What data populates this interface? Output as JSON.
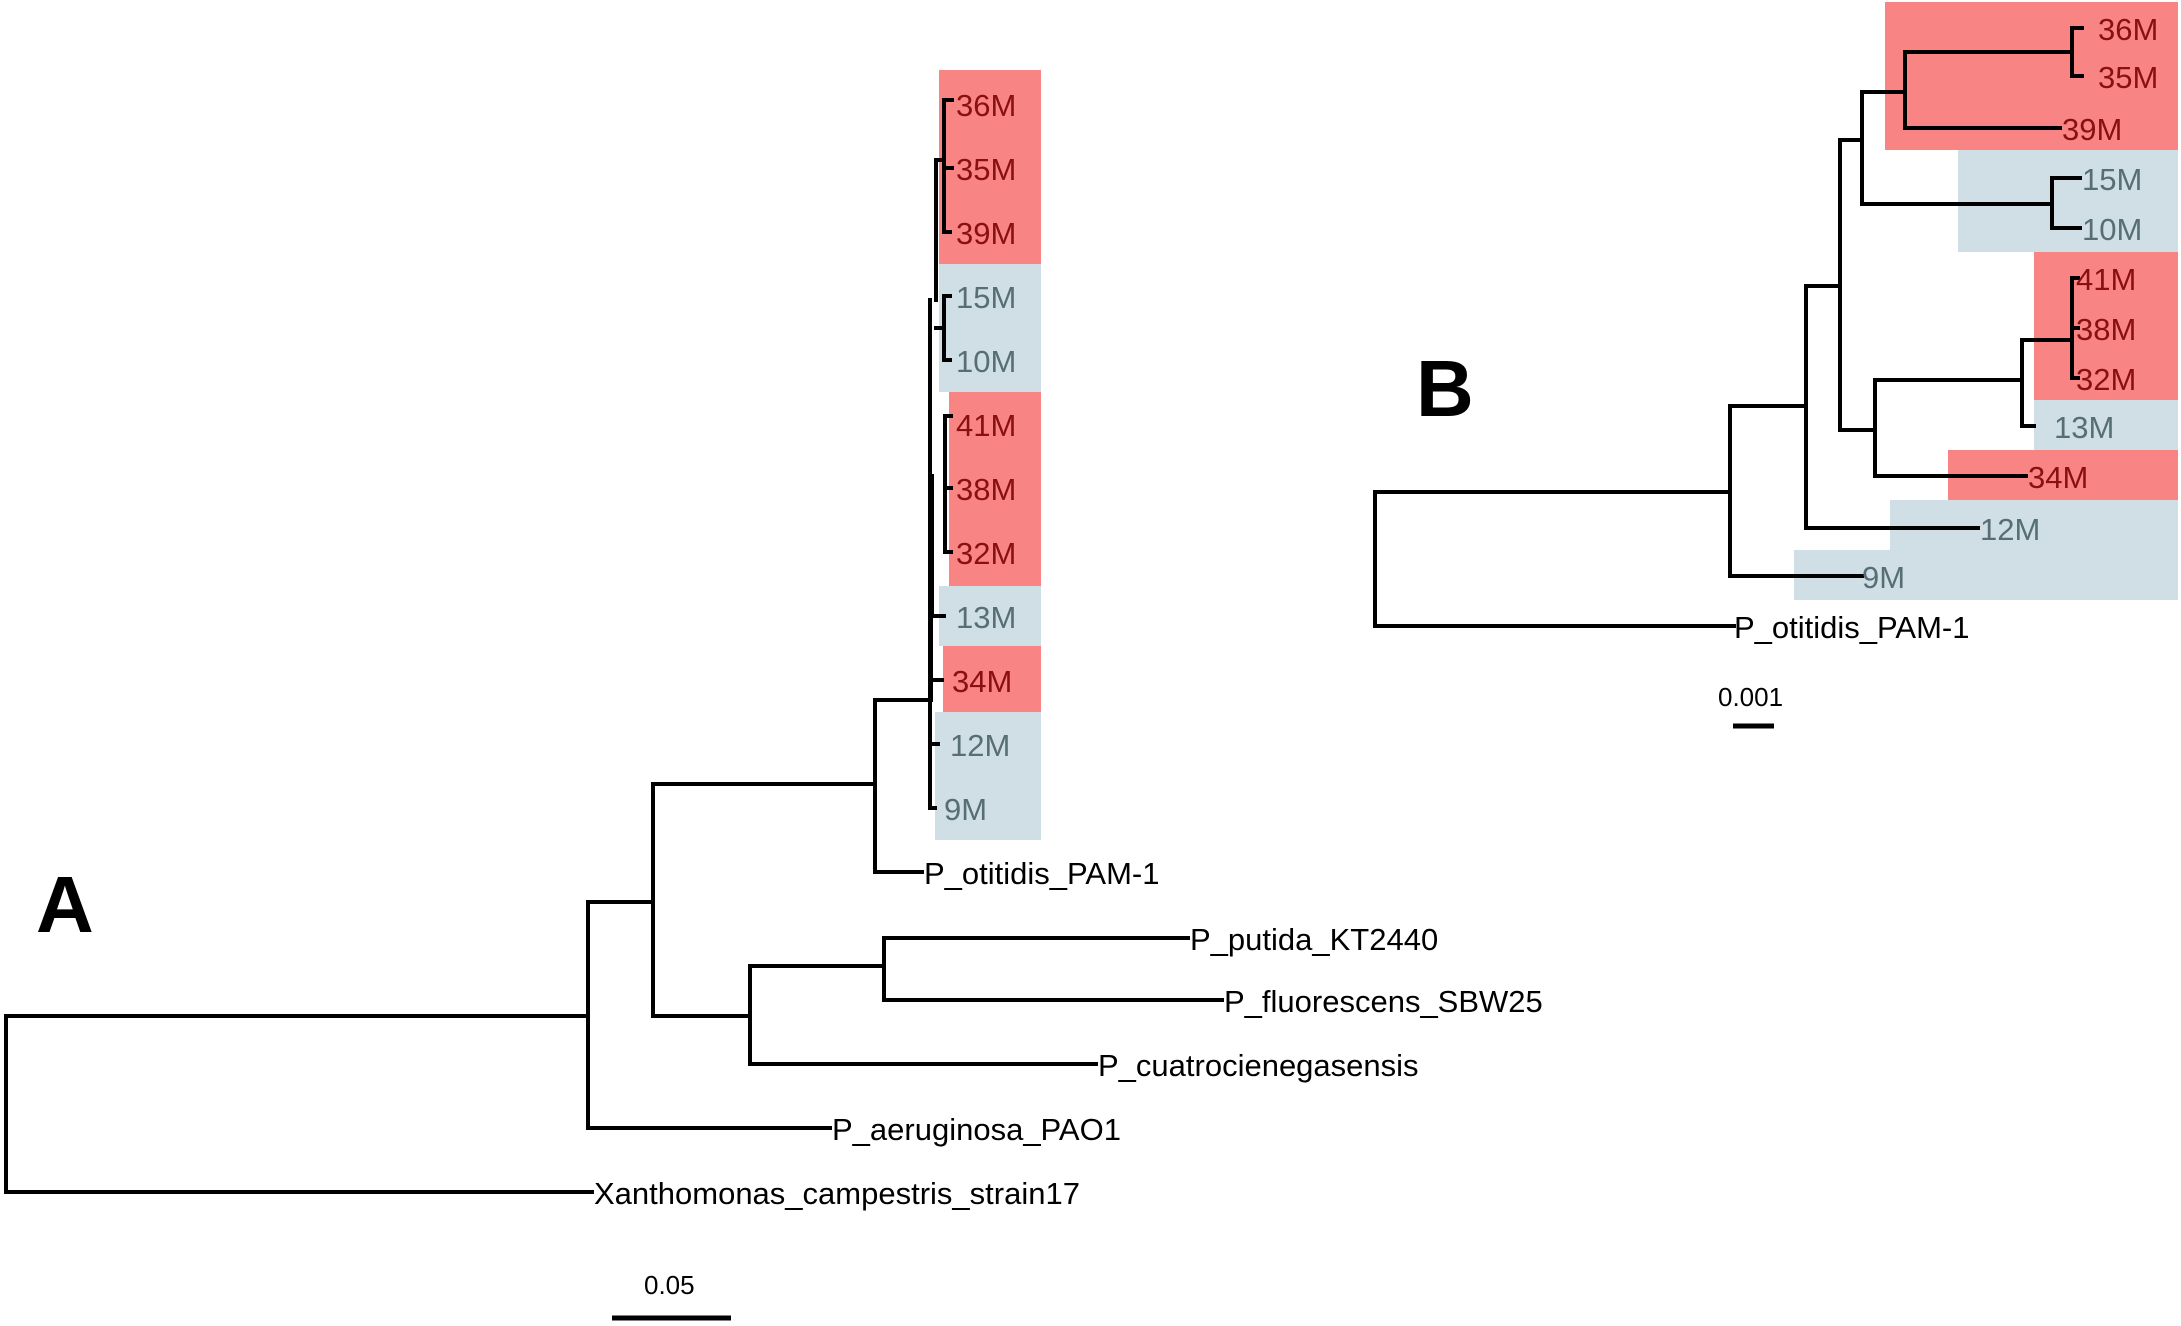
{
  "colors": {
    "red_highlight": "#f98484",
    "blue_highlight": "#cfdfe5",
    "red_text": "#8a1010",
    "grey_text": "#586e75",
    "branch": "#000000"
  },
  "panel_a": {
    "label": "A",
    "scale_label": "0.05",
    "tips": {
      "m36": "36M",
      "m35": "35M",
      "m39": "39M",
      "m15": "15M",
      "m10": "10M",
      "m41": "41M",
      "m38": "38M",
      "m32": "32M",
      "m13": "13M",
      "m34": "34M",
      "m12": "12M",
      "m9": "9M",
      "otitidis": "P_otitidis_PAM-1",
      "putida": "P_putida_KT2440",
      "fluorescens": "P_fluorescens_SBW25",
      "cuatro": "P_cuatrocienegasensis",
      "aeruginosa": "P_aeruginosa_PAO1",
      "xantho": "Xanthomonas_campestris_strain17"
    }
  },
  "panel_b": {
    "label": "B",
    "scale_label": "0.001",
    "tips": {
      "m36": "36M",
      "m35": "35M",
      "m39": "39M",
      "m15": "15M",
      "m10": "10M",
      "m41": "41M",
      "m38": "38M",
      "m32": "32M",
      "m13": "13M",
      "m34": "34M",
      "m12": "12M",
      "m9": "9M",
      "otitidis": "P_otitidis_PAM-1"
    }
  }
}
